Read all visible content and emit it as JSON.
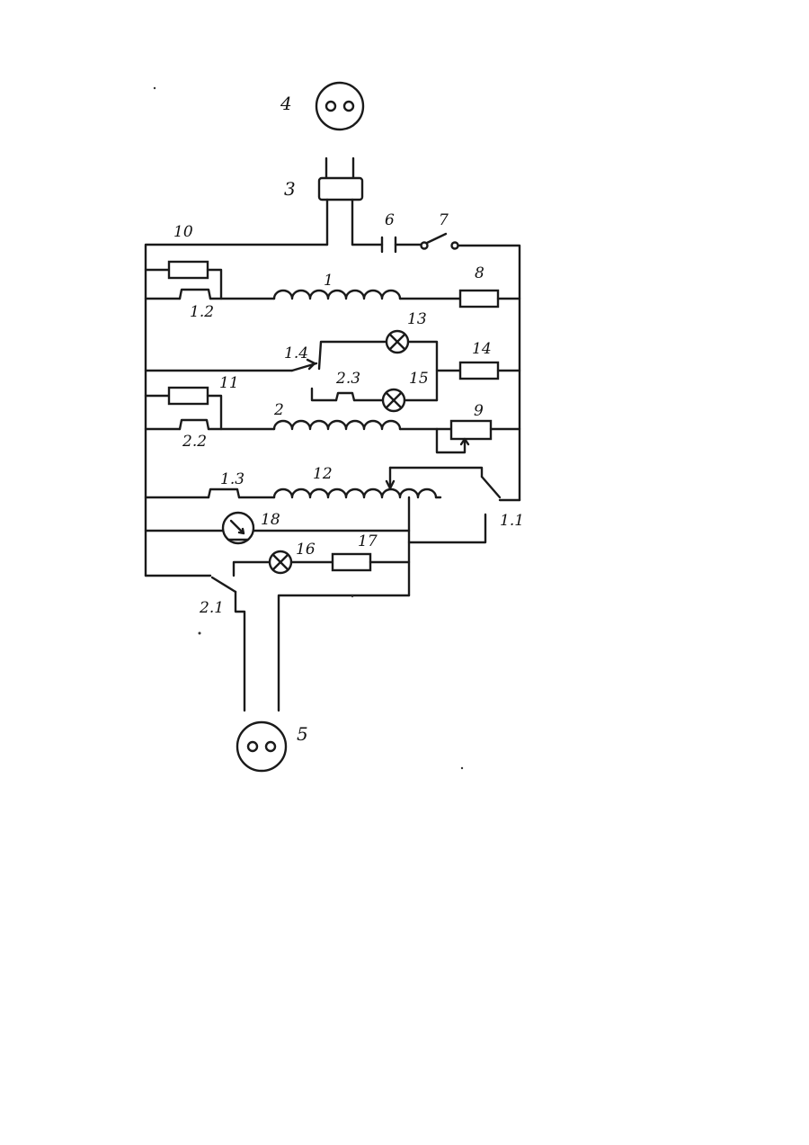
{
  "diagram": {
    "labels": {
      "plug_top": "4",
      "connector": "3",
      "contact_6": "6",
      "switch_7": "7",
      "node_10": "10",
      "coil_1": "1",
      "resistor_8": "8",
      "contact_1_2": "1.2",
      "lamp_13": "13",
      "contact_1_4": "1.4",
      "resistor_14": "14",
      "contact_2_3": "2.3",
      "lamp_15": "15",
      "resistor_11": "11",
      "coil_2": "2",
      "rheostat_9": "9",
      "contact_2_2": "2.2",
      "contact_1_3": "1.3",
      "coil_12": "12",
      "contact_1_1": "1.1",
      "meter_18": "18",
      "lamp_16": "16",
      "resistor_17": "17",
      "contact_2_1": "2.1",
      "plug_bottom": "5"
    }
  }
}
